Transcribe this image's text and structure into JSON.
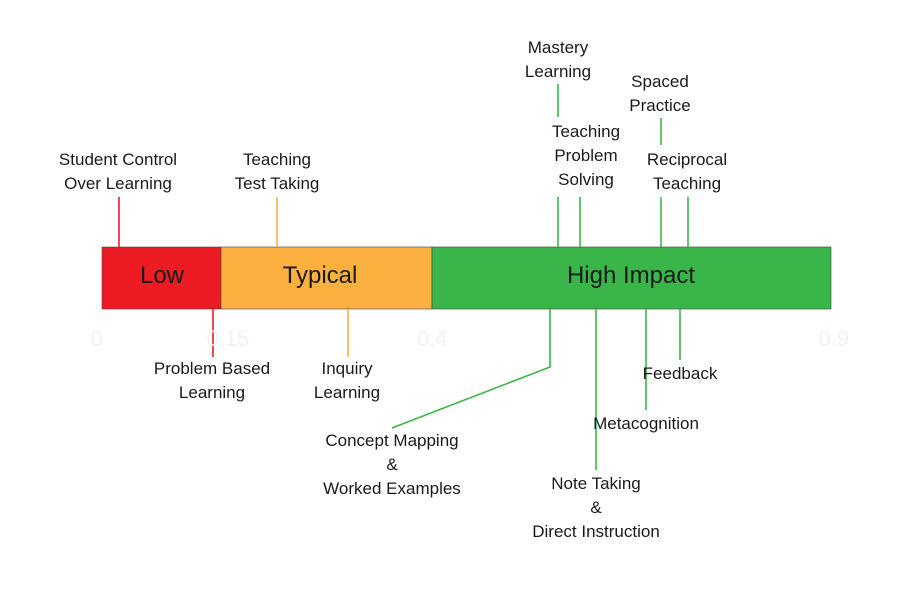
{
  "zones": [
    {
      "label": "Low",
      "from": 0,
      "to": 0.15,
      "color": "#ed1c24"
    },
    {
      "label": "Typical",
      "from": 0.15,
      "to": 0.4,
      "color": "#fbb040"
    },
    {
      "label": "High Impact",
      "from": 0.4,
      "to": 0.9,
      "color": "#39b54a"
    }
  ],
  "ticks": [
    "0",
    "0.15",
    "0.4",
    "0.9"
  ],
  "above": {
    "student_control": {
      "text": "Student Control\nOver Learning",
      "value": 0.01
    },
    "teaching_test_taking": {
      "text": "Teaching\nTest Taking",
      "value": 0.22
    },
    "mastery_learning": {
      "text": "Mastery\nLearning",
      "value": 0.58
    },
    "teaching_problem_solving": {
      "text": "Teaching\nProblem\nSolving",
      "value": 0.61
    },
    "spaced_practice": {
      "text": "Spaced\nPractice",
      "value": 0.71
    },
    "reciprocal_teaching": {
      "text": "Reciprocal\nTeaching",
      "value": 0.74
    }
  },
  "below": {
    "problem_based_learning": {
      "text": "Problem Based\nLearning",
      "value": 0.14
    },
    "inquiry_learning": {
      "text": "Inquiry\nLearning",
      "value": 0.31
    },
    "concept_mapping": {
      "text": "Concept Mapping\n&\nWorked Examples",
      "value": 0.57
    },
    "note_taking": {
      "text": "Note Taking\n&\nDirect Instruction",
      "value": 0.59
    },
    "metacognition": {
      "text": "Metacognition",
      "value": 0.67
    },
    "feedback": {
      "text": "Feedback",
      "value": 0.7
    }
  },
  "line_colors": {
    "low": "#ed1c24",
    "typical": "#fbb040",
    "high": "#39b54a"
  }
}
